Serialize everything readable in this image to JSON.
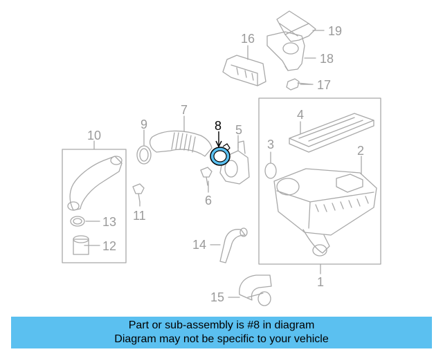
{
  "callouts": {
    "c1": "1",
    "c2": "2",
    "c3": "3",
    "c4": "4",
    "c5": "5",
    "c6": "6",
    "c7": "7",
    "c8": "8",
    "c9": "9",
    "c10": "10",
    "c11": "11",
    "c12": "12",
    "c13": "13",
    "c14": "14",
    "c15": "15",
    "c16": "16",
    "c17": "17",
    "c18": "18",
    "c19": "19"
  },
  "highlight": {
    "part": "8",
    "color": "#5bc0f0"
  },
  "banner": {
    "line1": "Part or sub-assembly is #8 in diagram",
    "line2": "Diagram may not be specific to your vehicle",
    "color": "#5bc0f0"
  }
}
